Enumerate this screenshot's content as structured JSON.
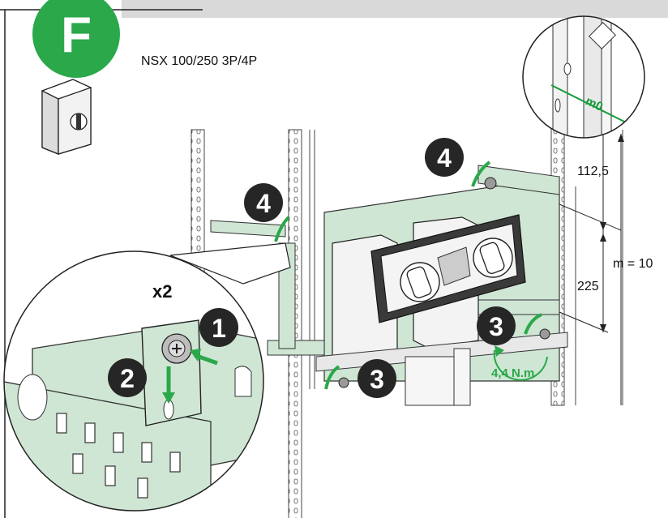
{
  "header": {
    "step_letter": "F",
    "model": "NSX 100/250 3P/4P"
  },
  "callouts": {
    "multiplier": "x2",
    "step_1": "1",
    "step_2": "2",
    "step_3": "3",
    "step_4": "4",
    "torque": "4,4 N.m"
  },
  "dimensions": {
    "mark": "m0",
    "d1": "112,5",
    "d2": "225",
    "m": "m = 10"
  },
  "colors": {
    "brand_green": "#2aa84a",
    "plate_green": "#cfe6d4",
    "header_bar": "#d9d9d9",
    "badge_dark": "#262626",
    "dim_green": "#179a3c"
  }
}
